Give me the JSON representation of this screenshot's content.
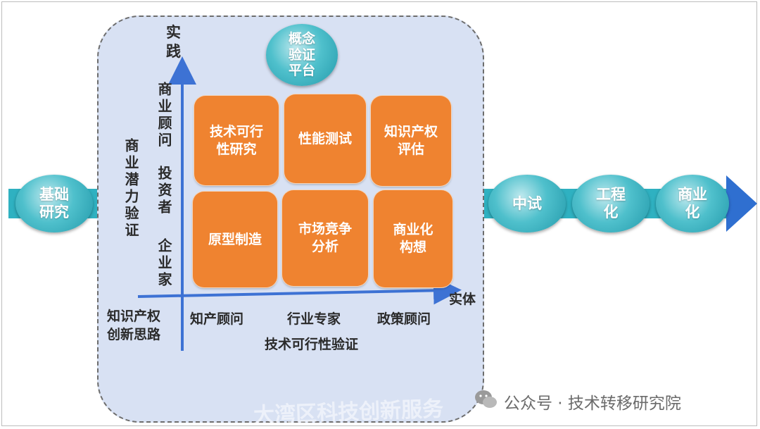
{
  "flow": {
    "start": "基础\n研究",
    "stages": [
      "中试",
      "工程\n化",
      "商业\n化"
    ]
  },
  "platform": {
    "label": "概念\n验证\n平台"
  },
  "axes": {
    "y_label": "实践",
    "x_label": "实体",
    "y_inner_top": "商业顾问",
    "y_inner_mid": "投资者",
    "y_inner_bottom": "企业家",
    "y_outer": "商业潜力验证",
    "corner": "知识产权\n创新思路",
    "x_ticks": [
      "知产顾问",
      "行业专家",
      "政策顾问"
    ],
    "x_title": "技术可行性验证"
  },
  "grid": [
    "技术可行\n性研究",
    "性能测试",
    "知识产权\n评估",
    "原型制造",
    "市场竞争\n分析",
    "商业化\n构想"
  ],
  "watermarks": {
    "left": "大湾区科技创新服务",
    "right": "公众号 · 技术转移研究院"
  },
  "colors": {
    "band": "#2fb1c1",
    "arrow": "#2f6fd0",
    "box": "#ef8330",
    "panel": "#d8e1f3",
    "axis": "#3d72d4"
  }
}
